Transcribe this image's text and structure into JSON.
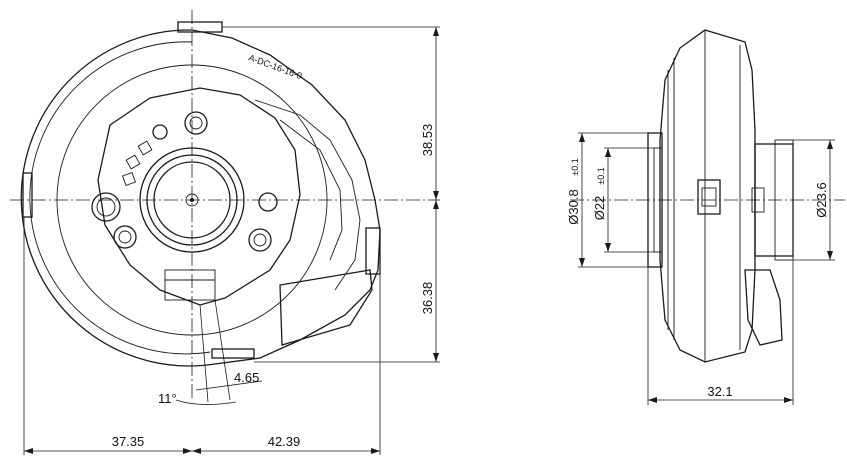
{
  "front_view": {
    "dim_top": "38.53",
    "dim_bottom": "36.38",
    "dim_left": "37.35",
    "dim_right": "42.39",
    "dim_outlet_width": "4.65",
    "dim_angle": "11°",
    "part_marking": "A-DC-16-16-0"
  },
  "side_view": {
    "dim_outer_dia": "Ø30.8",
    "dim_outer_tol": "±0.1",
    "dim_inner_dia": "Ø22",
    "dim_inner_tol": "±0.1",
    "dim_hub_dia": "Ø23.6",
    "dim_length": "32.1"
  }
}
